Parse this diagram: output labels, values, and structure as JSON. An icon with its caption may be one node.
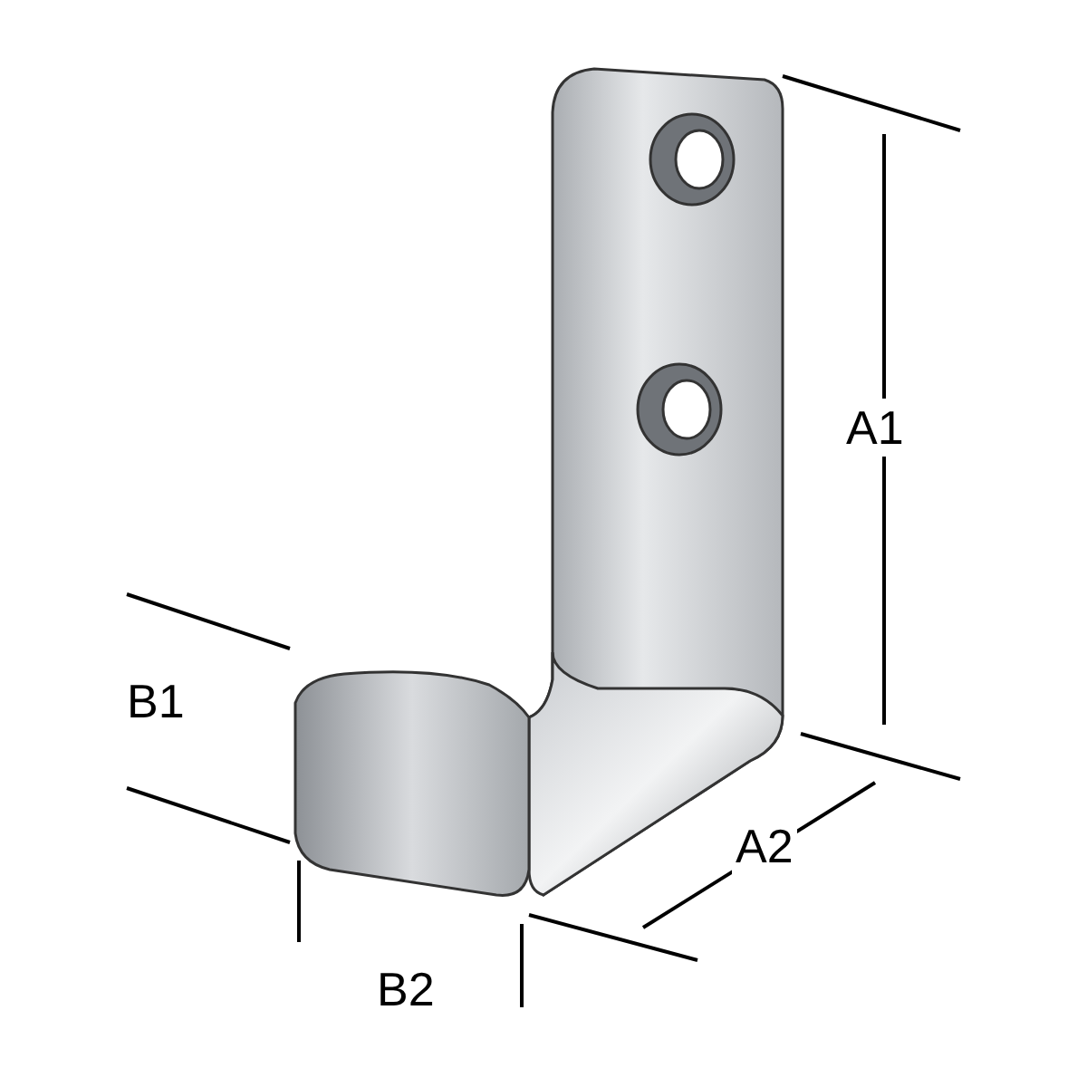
{
  "diagram": {
    "labels": [
      "A1",
      "B1",
      "A2",
      "B2"
    ]
  }
}
